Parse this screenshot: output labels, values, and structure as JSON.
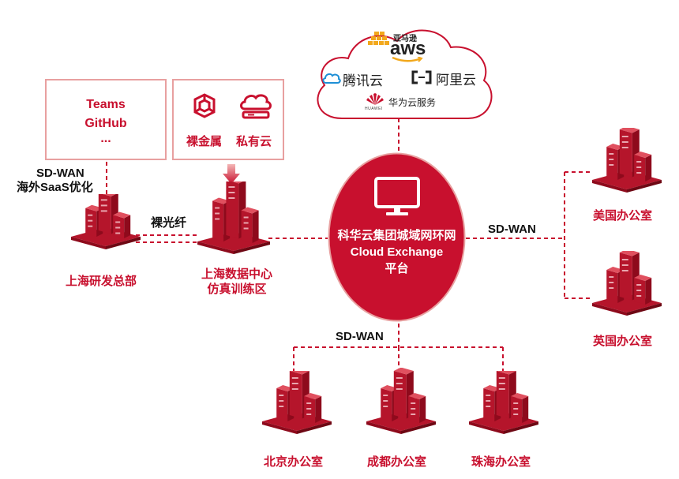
{
  "cloud": {
    "providers": {
      "aws_top": "亚马逊",
      "aws": "aws",
      "tencent": "腾讯云",
      "aliyun": "阿里云",
      "huawei": "华为云服务",
      "huawei_small": "HUAWEI"
    }
  },
  "center": {
    "line1": "科华云集团城域网环网",
    "line2": "Cloud Exchange",
    "line3": "平台"
  },
  "saas_box": {
    "line1": "Teams",
    "line2": "GitHub",
    "line3": "..."
  },
  "infra_box": {
    "bare_metal": "裸金属",
    "private_cloud": "私有云"
  },
  "links": {
    "hq_overseas": "SD-WAN",
    "hq_overseas_line2": "海外SaaS优化",
    "bare_fiber": "裸光纤",
    "intl": "SD-WAN",
    "domestic": "SD-WAN"
  },
  "sites": {
    "shanghai_rd": "上海研发总部",
    "shanghai_dc_line1": "上海数据中心",
    "shanghai_dc_line2": "仿真训练区",
    "us": "美国办公室",
    "uk": "英国办公室",
    "beijing": "北京办公室",
    "chengdu": "成都办公室",
    "zhuhai": "珠海办公室"
  },
  "colors": {
    "brand_red": "#c8102e",
    "building_dark": "#8e0a1c",
    "building_mid": "#b5152b",
    "box_border": "#e8a0a0"
  }
}
